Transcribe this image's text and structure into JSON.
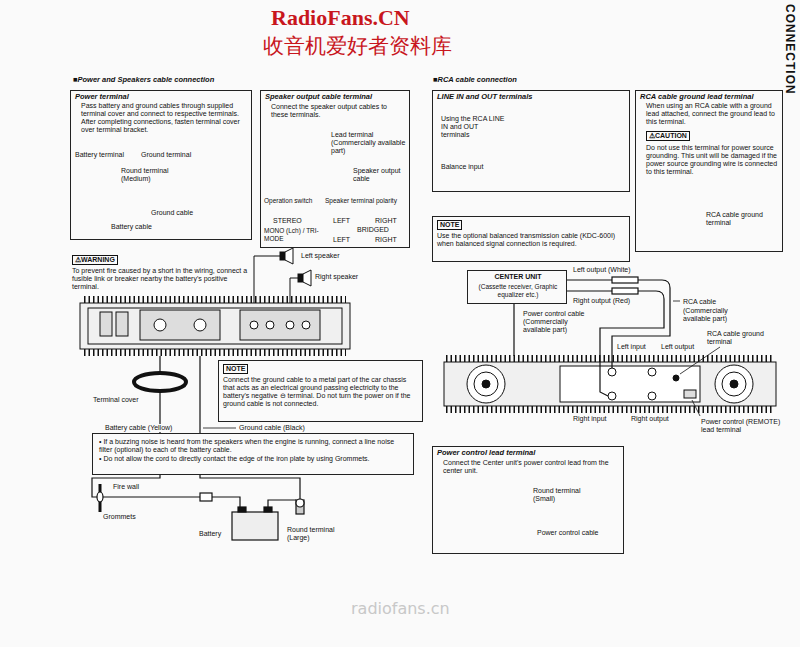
{
  "diagram": {
    "title": "CONNECTION",
    "nodes": [
      {
        "text": [
          "Power terminal",
          "Pass battery and ground cables through supplied terminal cover and connect to respective terminals. After completing connections, fasten terminal cover over terminal bracket.",
          "Battery terminal",
          "Ground terminal",
          "Round terminal (Medium)",
          "Ground cable",
          "Battery cable"
        ]
      },
      {
        "text": [
          "Speaker output cable terminal",
          "Connect the speaker output cables to these terminals.",
          "Lead terminal (Commercially available part)",
          "Speaker output cable",
          "Operation switch",
          "Speaker terminal polarity",
          "STEREO",
          "LEFT",
          "RIGHT",
          "MONO (Lch) / TRI-MODE",
          "BRIDGED",
          "LEFT",
          "RIGHT"
        ]
      },
      {
        "text": [
          "⚠WARNING",
          "To prevent fire caused by a short in the wiring, connect a fusible link or breaker nearby the battery's positive terminal."
        ]
      },
      {
        "text": [
          "NOTE",
          "Connect the ground cable to a metal part of the car chassis that acts as an electrical ground passing electricity to the battery's negative ⊖ terminal. Do not turn the power on if the ground cable is not connected."
        ]
      },
      {
        "text": [
          "• If a buzzing noise is heard from the speakers when the engine is running, connect a line noise filter (optional) to each of the battery cable.",
          "• Do not allow the cord to directly contact the edge of the iron plate by using Grommets."
        ]
      },
      {
        "text": [
          "LINE IN and OUT terminals",
          "Using the RCA LINE IN and OUT terminals",
          "Balance input"
        ]
      },
      {
        "text": [
          "RCA cable ground lead terminal",
          "When using an RCA cable with a ground lead attached, connect the ground lead to this terminal.",
          "⚠CAUTION",
          "Do not use this terminal for power source grounding. This unit will be damaged if the power source grounding wire is connected to this terminal.",
          "RCA cable ground terminal"
        ]
      },
      {
        "text": [
          "NOTE",
          "Use the optional balanced transmission cable (KDC-600I) when balanced signal connection is required."
        ]
      },
      {
        "text": [
          "CENTER UNIT",
          "(Cassette receiver, Graphic equalizer etc.)"
        ]
      },
      {
        "text": [
          "Power control lead terminal",
          "Connect the Center unit's power control lead from the center unit.",
          "Round terminal (Small)",
          "Power control cable"
        ]
      }
    ],
    "labels": [
      "RadioFans.CN",
      "收音机爱好者资料库",
      "■Power and Speakers cable connection",
      "■RCA cable connection",
      "Left speaker",
      "Right speaker",
      "Terminal cover",
      "Battery cable (Yellow)",
      "Ground cable (Black)",
      "Fire wall",
      "Grommets",
      "Round terminal (Large)",
      "Battery",
      "Left output (White)",
      "Right output (Red)",
      "RCA cable",
      "(Commercially available part)",
      "Power control cable (Commercially available part)",
      "RCA cable ground terminal",
      "Left input",
      "Left output",
      "Right input",
      "Right output",
      "Power control (REMOTE) lead terminal",
      "radiofans.cn"
    ]
  }
}
